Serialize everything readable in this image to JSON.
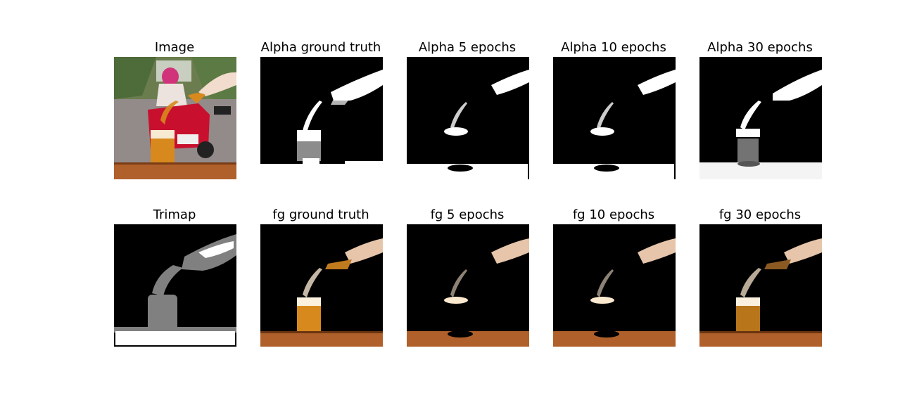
{
  "figure": {
    "row1": {
      "t1": "Image",
      "t2": "Alpha ground truth",
      "t3": "Alpha 5 epochs",
      "t4": "Alpha 10 epochs",
      "t5": "Alpha 30 epochs"
    },
    "row2": {
      "t1": "Trimap",
      "t2": "fg ground truth",
      "t3": "fg 5 epochs",
      "t4": "fg 10 epochs",
      "t5": "fg 30 epochs"
    }
  },
  "colors": {
    "black": "#000000",
    "white": "#ffffff",
    "trimap_gray": "#808080",
    "table_wood": "#b0602a",
    "beer": "#d8891e",
    "moto_red": "#c8102e"
  }
}
